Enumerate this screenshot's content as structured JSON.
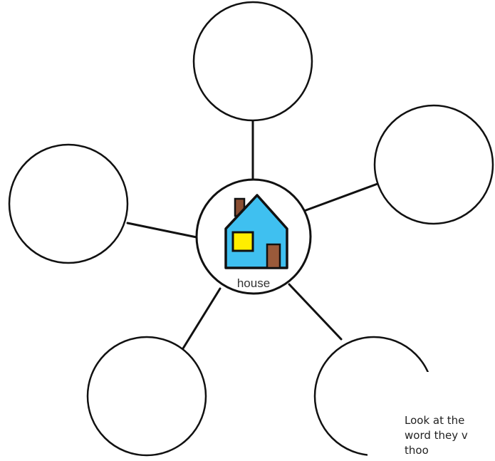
{
  "center": {
    "label": "house",
    "icon": "house-icon",
    "colors": {
      "wall": "#3fc0f0",
      "window": "#ffee00",
      "door": "#9a5a3a",
      "chimney": "#8a4e32",
      "outline": "#111111"
    }
  },
  "bubbles": [
    {
      "id": "top",
      "text": ""
    },
    {
      "id": "upper-right",
      "text": ""
    },
    {
      "id": "lower-right",
      "text": ""
    },
    {
      "id": "lower-left",
      "text": ""
    },
    {
      "id": "upper-left",
      "text": ""
    }
  ],
  "instructions": {
    "line1": "Look at the",
    "line2": "word they v",
    "line3": "thoo"
  }
}
